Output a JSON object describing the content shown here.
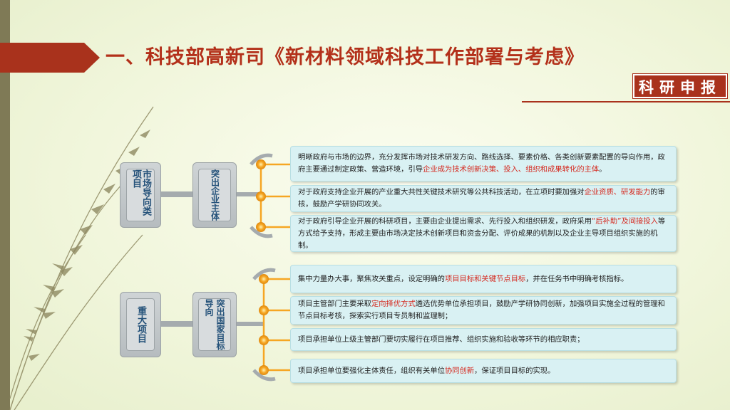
{
  "header": {
    "title": "一、科技部高新司《新材料领域科技工作部署与考虑》",
    "badge": "科研申报"
  },
  "colors": {
    "accent": "#b3301a",
    "highlight": "#d5281e",
    "node": "#f6a623",
    "box_text": "#25527a",
    "item_bg": "#d9f1f3"
  },
  "groups": [
    {
      "category": "市场导向类项目",
      "subcategory": "突出企业主体",
      "items": [
        {
          "parts": [
            {
              "t": "明晰政府与市场的边界，充分发挥市场对技术研发方向、路线选择、要素价格、各类创新要素配置的导向作用，政府主要通过制定政策、营造环境，引导",
              "h": false
            },
            {
              "t": "企业成为技术创新决策、投入、组织和成果转化的主体",
              "h": true
            },
            {
              "t": "。",
              "h": false
            }
          ]
        },
        {
          "parts": [
            {
              "t": "对于政府支持企业开展的产业重大共性关键技术研究等公共科技活动，在立项时要加强对",
              "h": false
            },
            {
              "t": "企业资质、研发能力",
              "h": true
            },
            {
              "t": "的审核，鼓励产学研协同攻关。",
              "h": false
            }
          ]
        },
        {
          "parts": [
            {
              "t": "对于政府引导企业开展的科研项目，主要由企业提出需求、先行投入和组织研发，政府采用",
              "h": false
            },
            {
              "t": "“后补助”及间接投入",
              "h": true
            },
            {
              "t": "等方式给予支持，形成主要由市场决定技术创新项目和资金分配、评价成果的机制以及企业主导项目组织实施的机制。",
              "h": false
            }
          ]
        }
      ]
    },
    {
      "category": "重大项目",
      "subcategory": "突出国家目标导向",
      "items": [
        {
          "parts": [
            {
              "t": "集中力量办大事，聚焦攻关重点，设定明确的",
              "h": false
            },
            {
              "t": "项目目标和关键节点目标",
              "h": true
            },
            {
              "t": "，并在任务书中明确考核指标。",
              "h": false
            }
          ]
        },
        {
          "parts": [
            {
              "t": "项目主管部门主要采取",
              "h": false
            },
            {
              "t": "定向择优方式",
              "h": true
            },
            {
              "t": "遴选优势单位承担项目，鼓励产学研协同创新，加强项目实施全过程的管理和节点目标考核，探索实行项目专员制和监理制；",
              "h": false
            }
          ]
        },
        {
          "parts": [
            {
              "t": "项目承担单位上级主管部门要切实履行在项目推荐、组织实施和验收等环节的相应职责；",
              "h": false
            }
          ]
        },
        {
          "parts": [
            {
              "t": "项目承担单位要强化主体责任，组织有关单位",
              "h": false
            },
            {
              "t": "协同创新",
              "h": true
            },
            {
              "t": "，保证项目目标的实现。",
              "h": false
            }
          ]
        }
      ]
    }
  ]
}
